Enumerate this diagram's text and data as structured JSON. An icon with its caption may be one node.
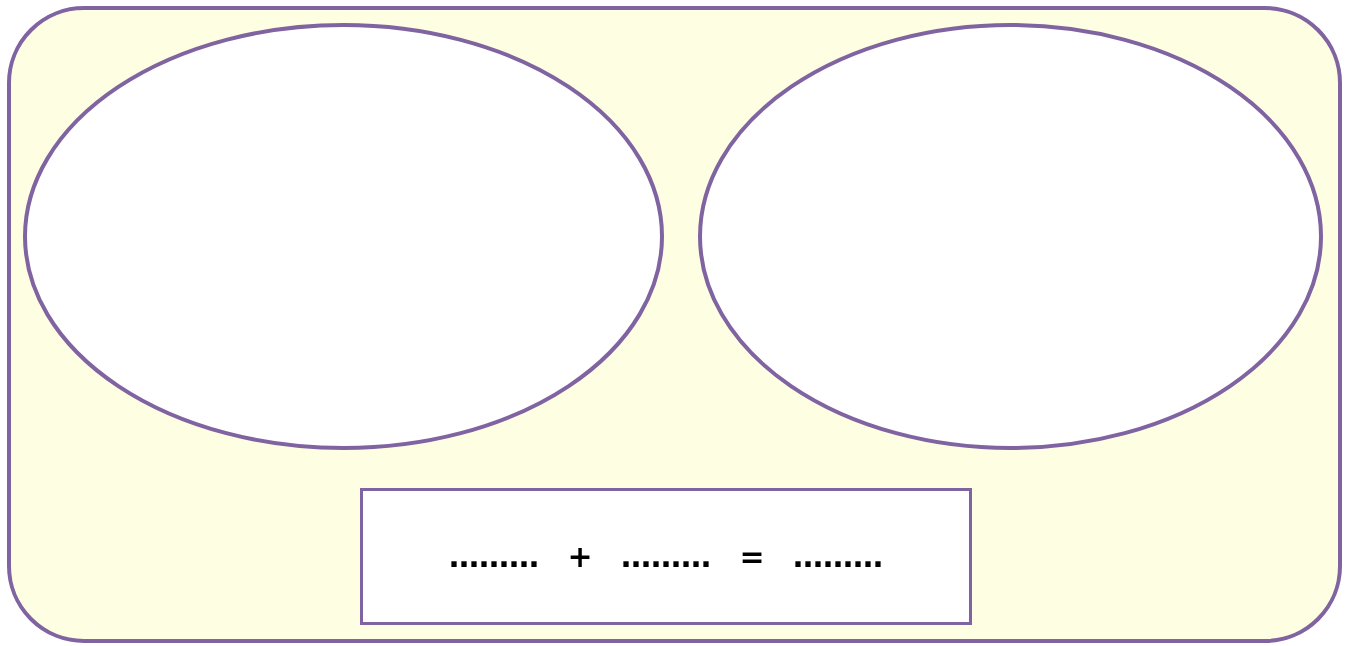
{
  "diagram": {
    "nodes": [
      {
        "text": [],
        "shape": "box"
      },
      {
        "text": [],
        "shape": "circle",
        "in": 0
      },
      {
        "text": [],
        "shape": "circle",
        "in": 0
      },
      {
        "text": [
          "……… + ……… = ………"
        ],
        "in": 0
      }
    ]
  }
}
